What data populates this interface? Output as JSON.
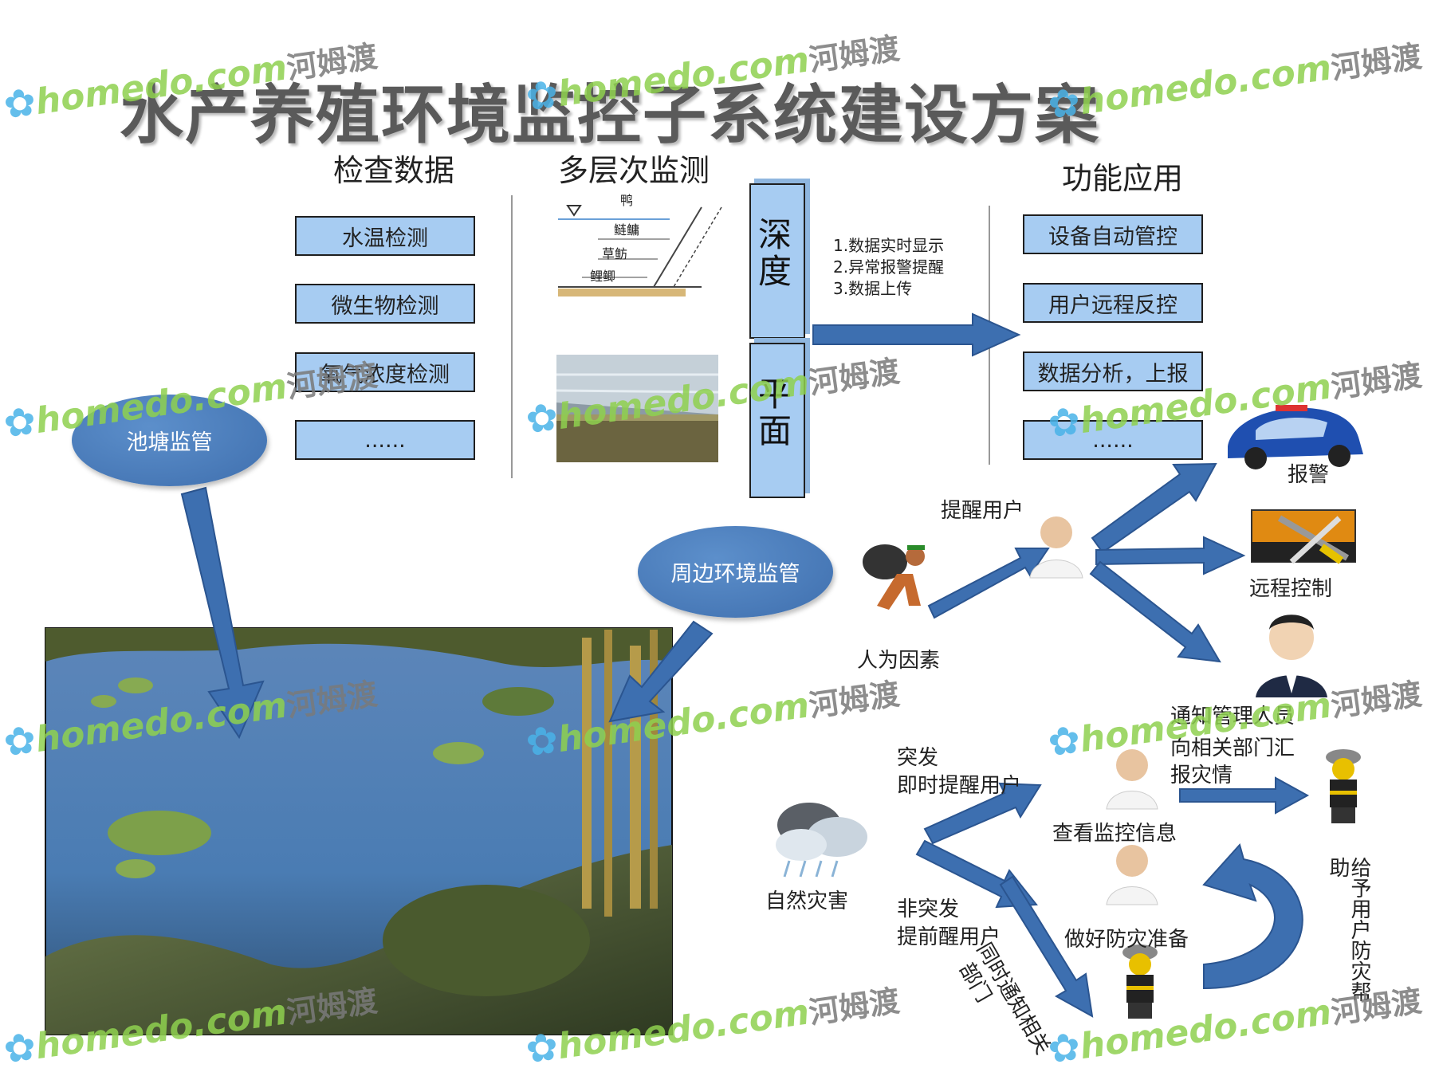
{
  "title": "水产养殖环境监控子系统建设方案",
  "columns": {
    "inspect": "检查数据",
    "multilevel": "多层次监测",
    "function": "功能应用"
  },
  "inspect_items": [
    "水温检测",
    "微生物检测",
    "氧气浓度检测",
    "......"
  ],
  "depth_panel": {
    "depth": "深度",
    "plane": "平面"
  },
  "fish_layers": [
    "鸭",
    "鲢鳙",
    "草鲂",
    "鲤鲫"
  ],
  "process_steps": [
    "1.数据实时显示",
    "2.异常报警提醒",
    "3.数据上传"
  ],
  "function_items": [
    "设备自动管控",
    "用户远程反控",
    "数据分析，上报",
    "......"
  ],
  "ellipses": {
    "pond": "池塘监管",
    "environment": "周边环境监管"
  },
  "labels": {
    "remind_user": "提醒用户",
    "alarm": "报警",
    "remote_control": "远程控制",
    "human_factor": "人为因素",
    "notify_manager": "通知管理人员",
    "report_dept": "向相关部门汇",
    "report_disaster": "报灾情",
    "sudden": "突发",
    "sudden_remind": "即时提醒用户",
    "view_monitor": "查看监控信息",
    "natural_disaster": "自然灾害",
    "non_sudden": "非突发",
    "early_remind": "提前醒用户",
    "prepare": "做好防灾准备",
    "notify_dept": "同时通知相关",
    "dept": "部门",
    "help_prevent": "给予用户防灾帮",
    "help": "助"
  },
  "watermark": {
    "en": "homedo.com",
    "cn": "河姆渡"
  },
  "colors": {
    "box_fill": "#a7ccf2",
    "arrow": "#3d6fb0",
    "ellipse": "#4a7cbd",
    "watermark_green": "#8fd14f"
  }
}
